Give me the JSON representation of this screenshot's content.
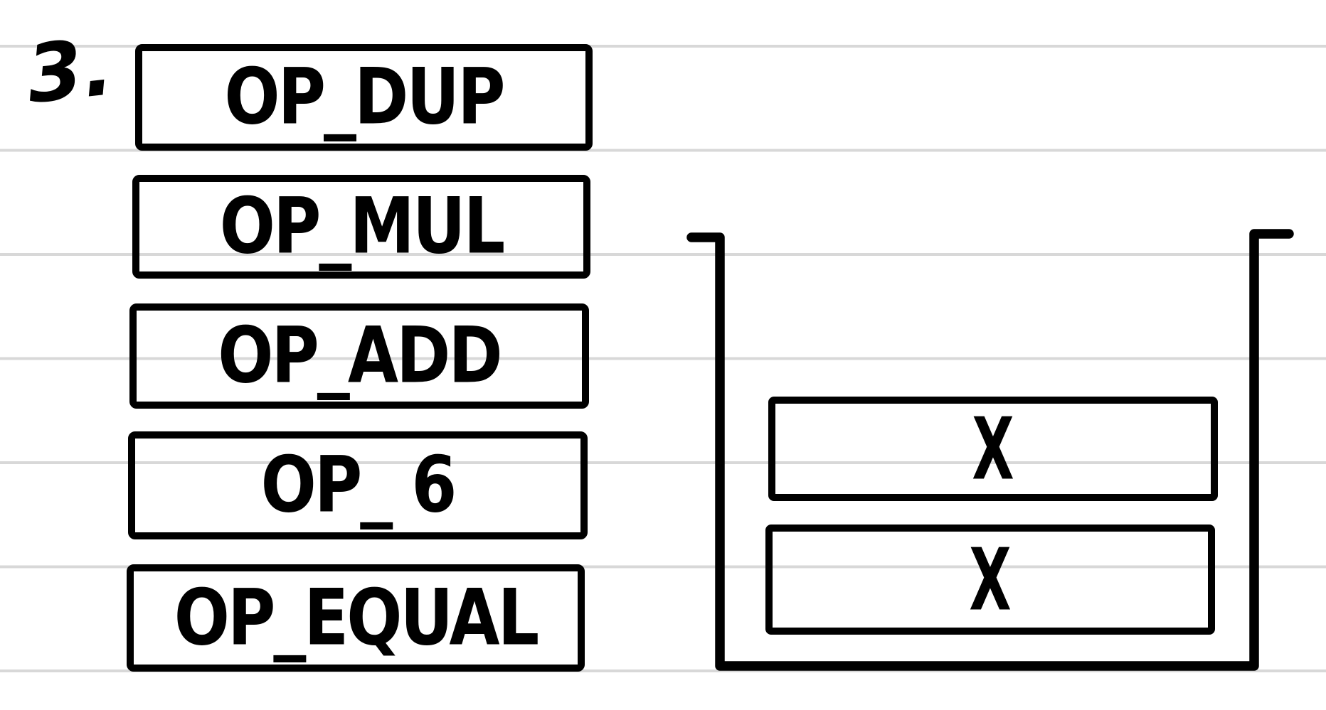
{
  "canvas": {
    "background_color": "#ffffff",
    "ruled_line_color": "#d8d8d8",
    "ink_color": "#000000"
  },
  "step_label": "3.",
  "script": {
    "ops": [
      "OP_DUP",
      "OP_MUL",
      "OP_ADD",
      "OP_ 6",
      "OP_EQUAL"
    ]
  },
  "stack": {
    "items": [
      "X",
      "X"
    ]
  }
}
